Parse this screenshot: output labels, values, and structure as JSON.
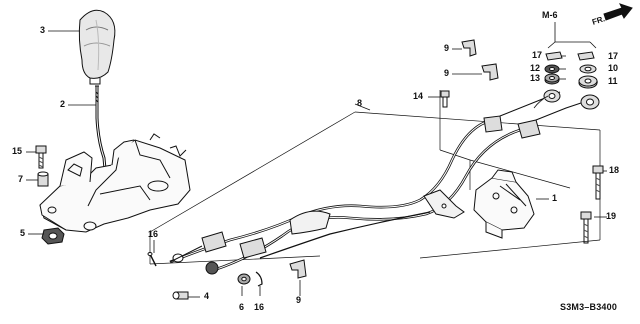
{
  "diagram": {
    "reference_code": "S3M3–B3400",
    "section_ref": "M-6",
    "direction_label": "FR.",
    "callouts": {
      "n1": "1",
      "n2": "2",
      "n3": "3",
      "n4": "4",
      "n5": "5",
      "n6": "6",
      "n7": "7",
      "n8": "8",
      "n9a": "9",
      "n9b": "9",
      "n9c": "9",
      "n10": "10",
      "n11": "11",
      "n12": "12",
      "n13": "13",
      "n14": "14",
      "n15": "15",
      "n16a": "16",
      "n16b": "16",
      "n17a": "17",
      "n17b": "17",
      "n18": "18",
      "n19": "19"
    }
  }
}
